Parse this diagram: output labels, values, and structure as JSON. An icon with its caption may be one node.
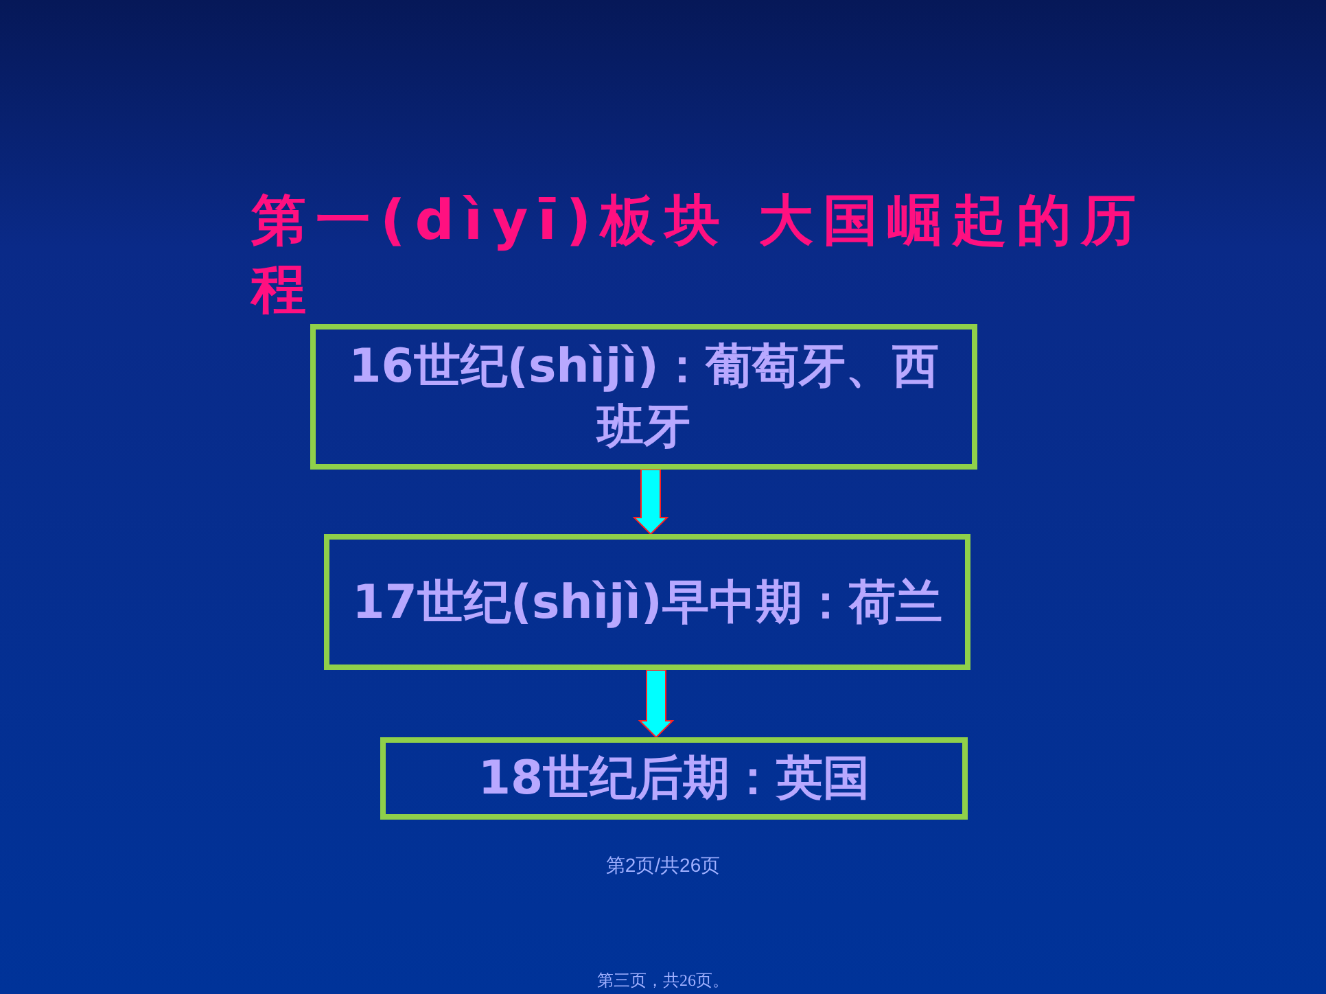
{
  "diagram": {
    "title": "第一(dìyī)板块 大国崛起的历程",
    "nodes": [
      {
        "text": [
          "16世纪(shìjì)：葡萄牙、西班牙"
        ]
      },
      {
        "text": [
          "17世纪(shìjì)早中期：荷兰"
        ]
      },
      {
        "text": [
          "18世纪后期：英国"
        ]
      }
    ],
    "edges": [
      {
        "from": 0,
        "to": 1,
        "arrow": "to"
      },
      {
        "from": 1,
        "to": 2,
        "arrow": "to"
      }
    ],
    "labels": [
      "第2页/共26页",
      "第三页，共26页。"
    ]
  }
}
